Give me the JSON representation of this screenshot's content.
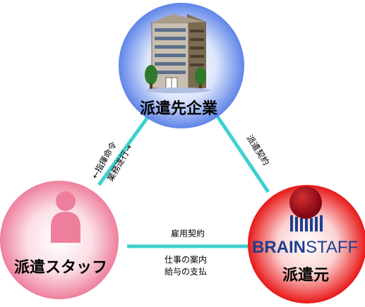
{
  "nodes": {
    "client": {
      "label": "派遣先企業"
    },
    "staff": {
      "label": "派遣スタッフ"
    },
    "agency": {
      "label": "派遣元",
      "logo_text": {
        "part1": "BRAIN",
        "part2": "STAFF"
      }
    }
  },
  "edges": {
    "client_staff": {
      "line1": "←指揮命令",
      "line2": "業務遂行→"
    },
    "client_agency": {
      "label": "派遣契約"
    },
    "staff_agency": {
      "label": "雇用契約",
      "sub1": "仕事の案内",
      "sub2": "給与の支払"
    }
  },
  "colors": {
    "connector": "#3dd1cf",
    "client_fill": "#5f85e8",
    "staff_fill": "#ee7f9c",
    "agency_fill": "#e81818",
    "brand_blue": "#1d3f8f"
  }
}
